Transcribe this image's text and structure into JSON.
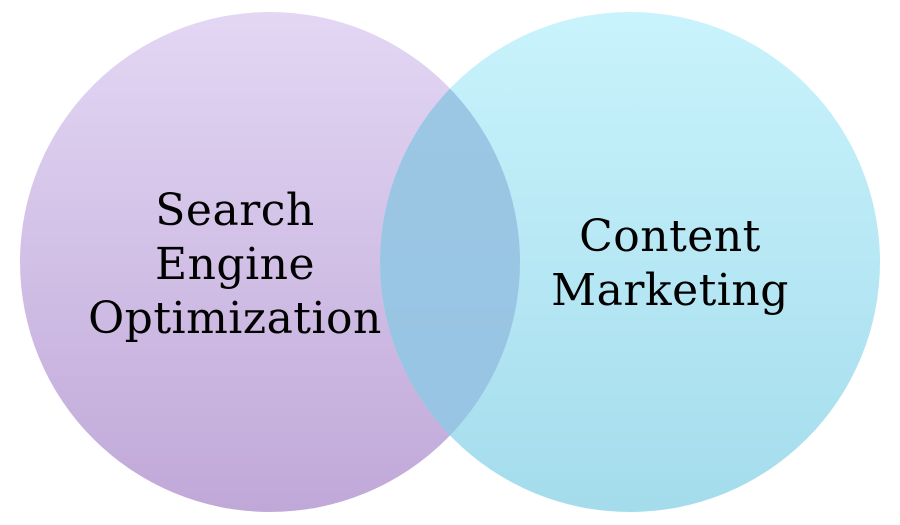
{
  "diagram": {
    "circles": [
      {
        "id": "left",
        "lines": [
          "Search",
          "Engine",
          "Optimization"
        ],
        "color_top": "#e3d7f4",
        "color_bottom": "#c0a8d8"
      },
      {
        "id": "right",
        "lines": [
          "Content",
          "Marketing"
        ],
        "color_top": "#c9f3fc",
        "color_bottom": "#a4dcec"
      }
    ],
    "overlap_color": "#94bfe0"
  }
}
